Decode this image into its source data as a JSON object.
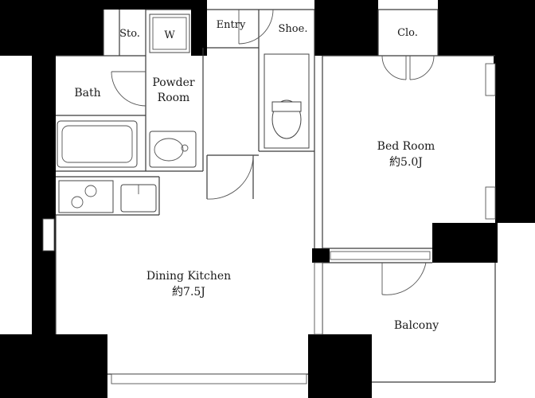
{
  "rooms": {
    "storage": "Sto.",
    "washer": "W",
    "entry": "Entry",
    "shoe": "Shoe.",
    "closet": "Clo.",
    "bath": "Bath",
    "powder_line1": "Powder",
    "powder_line2": "Room",
    "bedroom": "Bed Room",
    "bedroom_size": "約5.0J",
    "dining": "Dining Kitchen",
    "dining_size": "約7.5J",
    "balcony": "Balcony"
  }
}
